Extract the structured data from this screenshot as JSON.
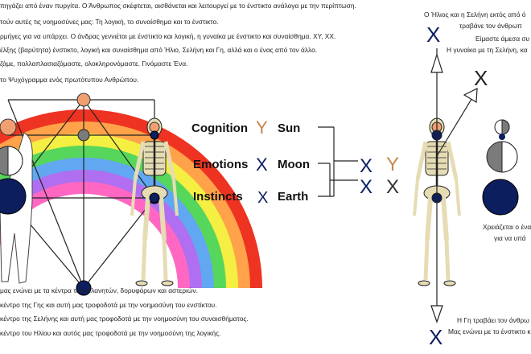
{
  "texts": {
    "top1": "πηγάζει από έναν πυργίτα. Ο Άνθρωπος σκέφτεται, αισθάνεται και λειτουργεί με το ένστικτο ανάλογα με την περίπτωση.",
    "top2": "τούν αυτές τις νοημοσύνες μας: Τη λογική, το συναίσθημα και το ένστικτο.",
    "top3": "ρμήγες για να υπάρχει.  Ο άνδρας γεννιέται με ένστικτο και λογική, η γυναίκα με ένστικτο και συναίσθημα. XY, XX.",
    "top4": "έλξης (βαρύτητα) ένστικτο, λογική και συναίσθημα από Ήλιο, Σελήνη και Γη, αλλά και ο ένας από τον άλλο.",
    "top5": "ζάμε, πολλαπλασιαζόμαστε, ολοκληρονόμαστε. Γινόμαστε Ένα.",
    "top6": "το Ψυχόγραμμα ενός πρωτότυπου Ανθρώπου.",
    "right1": "Ο Ήλιος και η Σελήνη εκτός από ό",
    "right2": "τραβάνε τον άνθρωπ",
    "right3": "Είμαστε άμεσα συ",
    "right4": "Η γυναίκα με τη Σελήνη, κα",
    "right5": "Χρειάζεται ο ένα",
    "right6": "για να υπά",
    "right7": "Η Γη τραβάει τον άνθρω",
    "right8": "Μας ενώνει με το ένστικτο κ",
    "bottom1": "μας ενώνει με τα κέντρα των πλανητών, δορυφόρων και αστεριών.",
    "bottom2": "κέντρο της Γης και αυτή μας τροφοδοτά με την νοημοσύνη του ενστίκτου.",
    "bottom3": "κέντρο της Σελήνης και αυτή μας τροφοδοτά με την νοημοσύνη του συναισθήματος.",
    "bottom4": "κέντρο του Ηλίου και αυτός μας τροφοδοτά με την νοημοσύνη της λογικής."
  },
  "labels": {
    "cognition": "Cognition",
    "emotions": "Emotions",
    "instincts": "Instincts",
    "sun": "Sun",
    "moon": "Moon",
    "earth": "Earth"
  },
  "glyphs": {
    "x": "X",
    "y": "Y"
  },
  "colors": {
    "orange": "#f0a070",
    "navy": "#0c1e5e",
    "gray": "#7b7b7b",
    "bone": "#e6dcb4",
    "rainbow": [
      "#ee3322",
      "#ffa24a",
      "#f4ef42",
      "#57d65c",
      "#61a7f2",
      "#b06ff0",
      "#ff67c2"
    ]
  }
}
